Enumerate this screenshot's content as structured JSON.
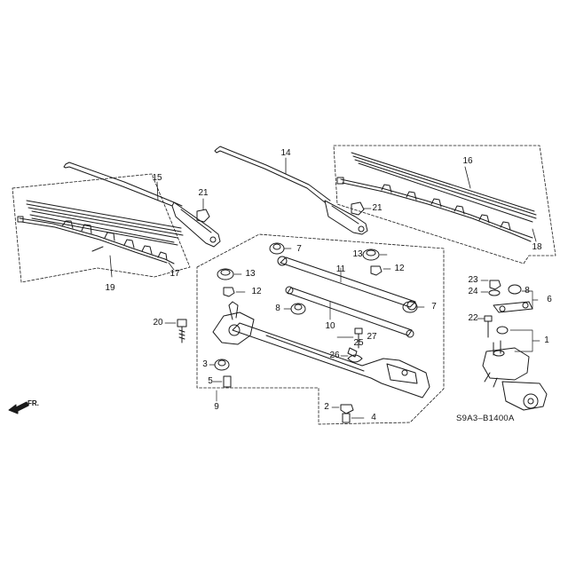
{
  "front_indicator": "FR.",
  "diagram_code": "S9A3–B1400A",
  "callouts": {
    "c1": "1",
    "c2": "2",
    "c3": "3",
    "c4": "4",
    "c5": "5",
    "c6": "6",
    "c7a": "7",
    "c7b": "7",
    "c8a": "8",
    "c8b": "8",
    "c9": "9",
    "c10": "10",
    "c11": "11",
    "c12a": "12",
    "c12b": "12",
    "c13a": "13",
    "c13b": "13",
    "c14": "14",
    "c15": "15",
    "c16": "16",
    "c17": "17",
    "c18": "18",
    "c19": "19",
    "c20": "20",
    "c21a": "21",
    "c21b": "21",
    "c22": "22",
    "c23": "23",
    "c24": "24",
    "c25": "25",
    "c26": "26",
    "c27": "27"
  }
}
